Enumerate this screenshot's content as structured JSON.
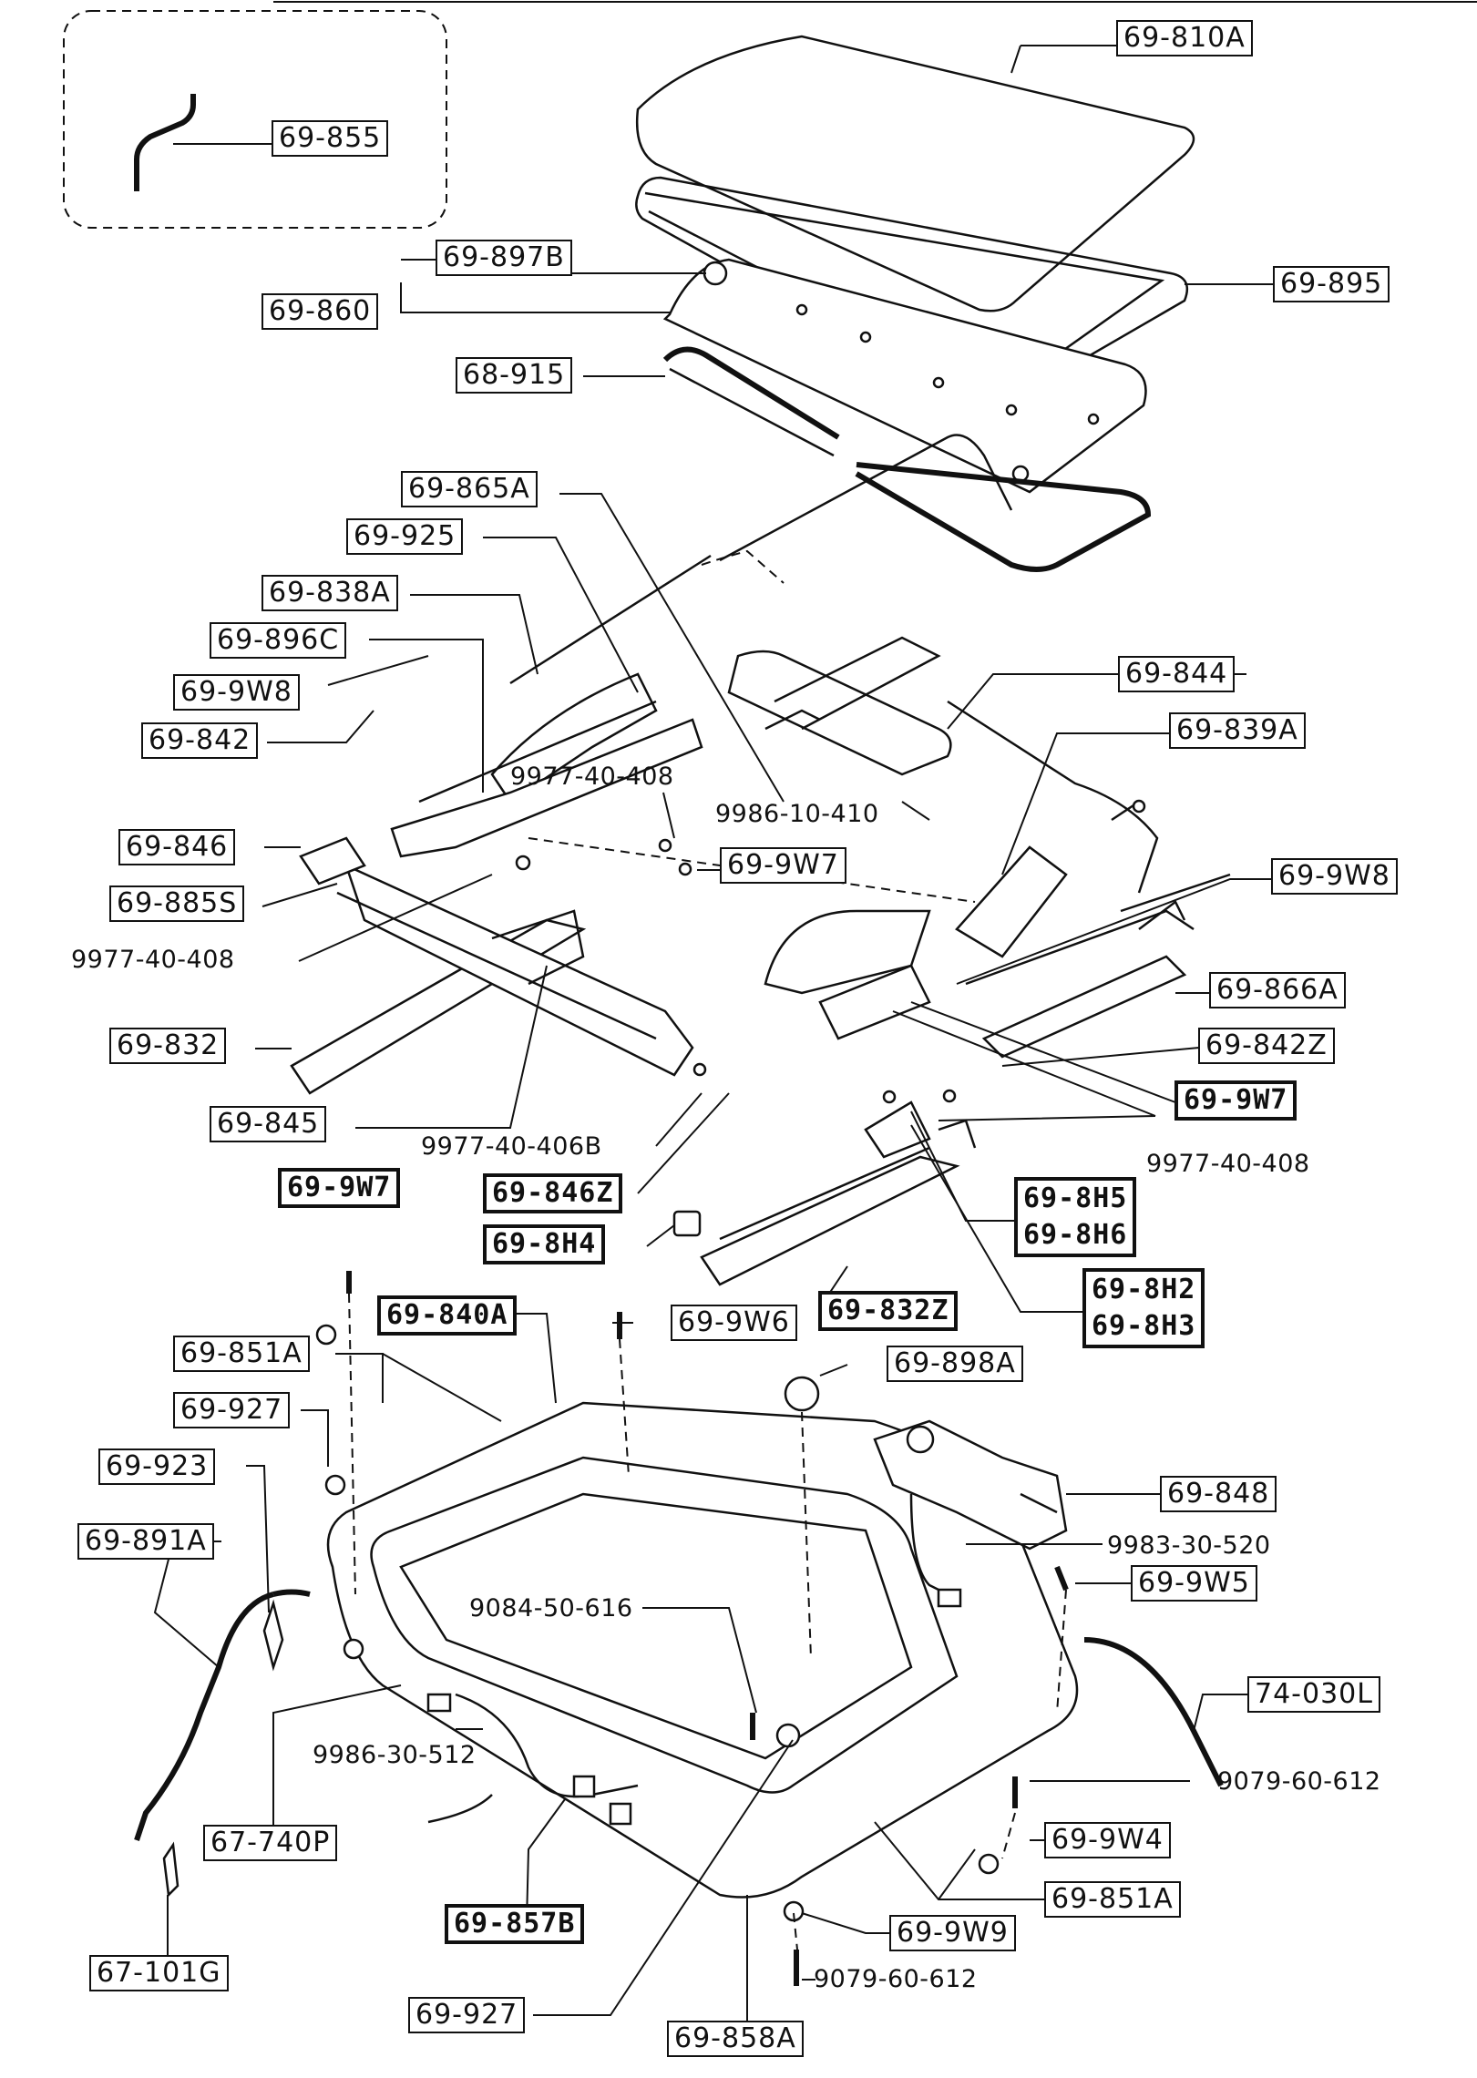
{
  "diagram": {
    "callouts": {
      "p69_810A": "69-810A",
      "p69_855": "69-855",
      "p69_897B": "69-897B",
      "p69_860": "69-860",
      "p69_895": "69-895",
      "p68_915": "68-915",
      "p69_865A": "69-865A",
      "p69_925": "69-925",
      "p69_838A": "69-838A",
      "p69_896C": "69-896C",
      "p69_9W8_left": "69-9W8",
      "p69_842": "69-842",
      "p69_844": "69-844",
      "p69_839A": "69-839A",
      "p9977_40_408_a": "9977-40-408",
      "p9986_10_410": "9986-10-410",
      "p69_846": "69-846",
      "p69_9W7_mid": "69-9W7",
      "p69_885S": "69-885S",
      "p69_9W8_right": "69-9W8",
      "p9977_40_408_b": "9977-40-408",
      "p69_866A": "69-866A",
      "p69_832": "69-832",
      "p69_842Z": "69-842Z",
      "p69_9W7_right": "69-9W7",
      "p69_845": "69-845",
      "p9977_40_406B": "9977-40-406B",
      "p9977_40_408_c": "9977-40-408",
      "p69_846Z": "69-846Z",
      "p69_8H5": "69-8H5",
      "p69_8H6": "69-8H6",
      "p69_9W7_left": "69-9W7",
      "p69_8H4": "69-8H4",
      "p69_8H2": "69-8H2",
      "p69_8H3": "69-8H3",
      "p69_840A": "69-840A",
      "p69_9W6": "69-9W6",
      "p69_832Z": "69-832Z",
      "p69_851A_top": "69-851A",
      "p69_898A": "69-898A",
      "p69_927_top": "69-927",
      "p69_848": "69-848",
      "p69_923": "69-923",
      "p9983_30_520": "9983-30-520",
      "p69_891A": "69-891A",
      "p69_9W5": "69-9W5",
      "p9084_50_616": "9084-50-616",
      "p74_030L": "74-030L",
      "p9986_30_512": "9986-30-512",
      "p9079_60_612_a": "9079-60-612",
      "p67_740P": "67-740P",
      "p69_9W4": "69-9W4",
      "p69_851A_bottom": "69-851A",
      "p69_857B": "69-857B",
      "p69_9W9": "69-9W9",
      "p9079_60_612_b": "9079-60-612",
      "p67_101G": "67-101G",
      "p69_927_bottom": "69-927",
      "p69_858A": "69-858A"
    }
  }
}
